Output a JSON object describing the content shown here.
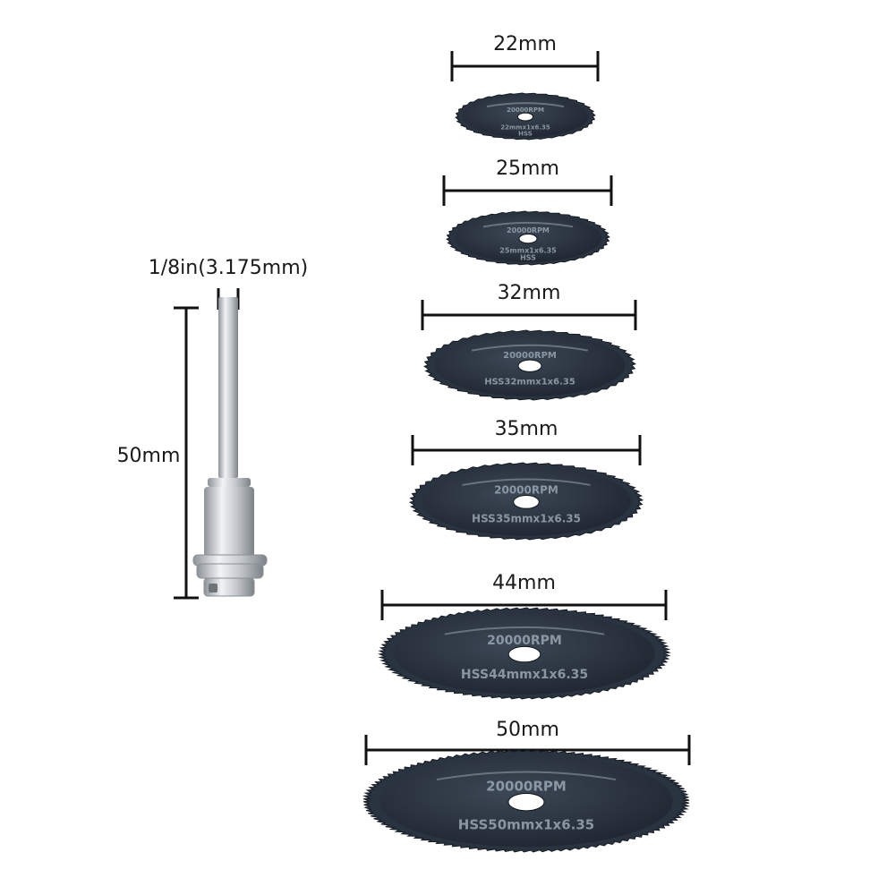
{
  "mandrel": {
    "diameter_label": "1/8in(3.175mm)",
    "length_label": "50mm"
  },
  "blades": [
    {
      "size_label": "22mm",
      "rpm_text": "20000RPM",
      "spec_text": "22mmx1x6.35",
      "material_text": "HSS"
    },
    {
      "size_label": "25mm",
      "rpm_text": "20000RPM",
      "spec_text": "25mmx1x6.35",
      "material_text": "HSS"
    },
    {
      "size_label": "32mm",
      "rpm_text": "20000RPM",
      "spec_text": "HSS32mmx1x6.35"
    },
    {
      "size_label": "35mm",
      "rpm_text": "20000RPM",
      "spec_text": "HSS35mmx1x6.35"
    },
    {
      "size_label": "44mm",
      "rpm_text": "20000RPM",
      "spec_text": "HSS44mmx1x6.35"
    },
    {
      "size_label": "50mm",
      "rpm_text": "20000RPM",
      "spec_text": "HSS50mmx1x6.35"
    }
  ],
  "colors": {
    "blade": "#2a3340",
    "blade_edge": "#161c24",
    "mandrel_metal": "#c9cdd2",
    "dimension_line": "#111111"
  }
}
